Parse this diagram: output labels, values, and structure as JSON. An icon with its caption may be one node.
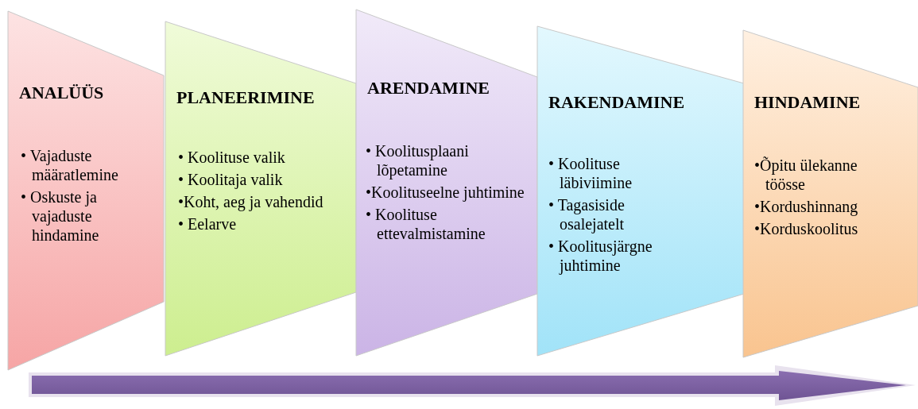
{
  "diagram": {
    "nodes": [
      {
        "text": [
          "ANALÜÜS",
          "• Vajaduste määratlemine",
          "• Oskuste ja vajaduste hindamine"
        ]
      },
      {
        "text": [
          "PLANEERIMINE",
          "• Koolituse valik",
          "• Koolitaja valik",
          "•Koht, aeg ja vahendid",
          "• Eelarve"
        ]
      },
      {
        "text": [
          "ARENDAMINE",
          "• Koolitusplaani lõpetamine",
          "•Koolituseelne juhtimine",
          "• Koolituse ettevalmistamine"
        ]
      },
      {
        "text": [
          "RAKENDAMINE",
          "• Koolituse läbiviimine",
          "• Tagasiside osalejatelt",
          "• Koolitusjärgne juhtimine"
        ]
      },
      {
        "text": [
          "HINDAMINE",
          "•Õpitu ülekanne töösse",
          "•Kordushinnang",
          "•Korduskoolitus"
        ]
      }
    ]
  }
}
